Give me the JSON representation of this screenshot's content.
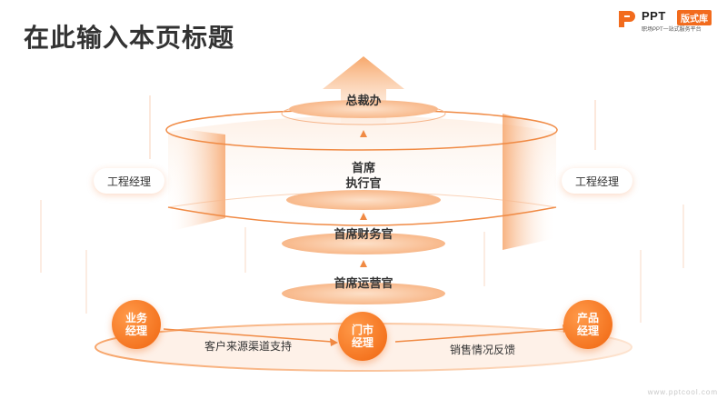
{
  "title": "在此输入本页标题",
  "logo": {
    "ppt": "PPT",
    "badge": "版式库",
    "sub": "职场PPT一站式服务平台"
  },
  "watermark": "www.pptcool.com",
  "side_labels": {
    "left": "工程经理",
    "right": "工程经理"
  },
  "stages": {
    "top": "总裁办",
    "ceo": "首席\n执行官",
    "cfo": "首席财务官",
    "coo": "首席运营官"
  },
  "circles": {
    "left": "业务\n经理",
    "center": "门市\n经理",
    "right": "产品\n经理"
  },
  "flow_labels": {
    "left": "客户来源渠道支持",
    "right": "销售情况反馈"
  },
  "colors": {
    "accent": "#f26b1d",
    "title": "#333333"
  }
}
